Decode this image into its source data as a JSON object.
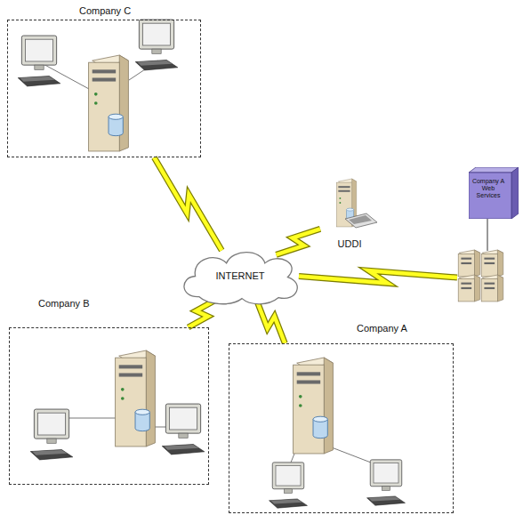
{
  "diagram": {
    "nodes": [
      {
        "text": [
          "Company C"
        ]
      },
      {
        "text": [
          "UDDI"
        ]
      },
      {
        "text": [
          "Company A Web Services"
        ]
      },
      {
        "text": [
          "INTERNET"
        ]
      },
      {
        "text": [
          "Company B"
        ]
      },
      {
        "text": [
          "Company A"
        ]
      }
    ],
    "edges": [
      {
        "from": 0,
        "to": 3,
        "arrow": "none"
      },
      {
        "from": 1,
        "to": 3,
        "arrow": "none"
      },
      {
        "from": 3,
        "to": 2,
        "arrow": "none"
      },
      {
        "from": 4,
        "to": 3,
        "arrow": "none"
      },
      {
        "from": 5,
        "to": 3,
        "arrow": "none"
      }
    ]
  }
}
